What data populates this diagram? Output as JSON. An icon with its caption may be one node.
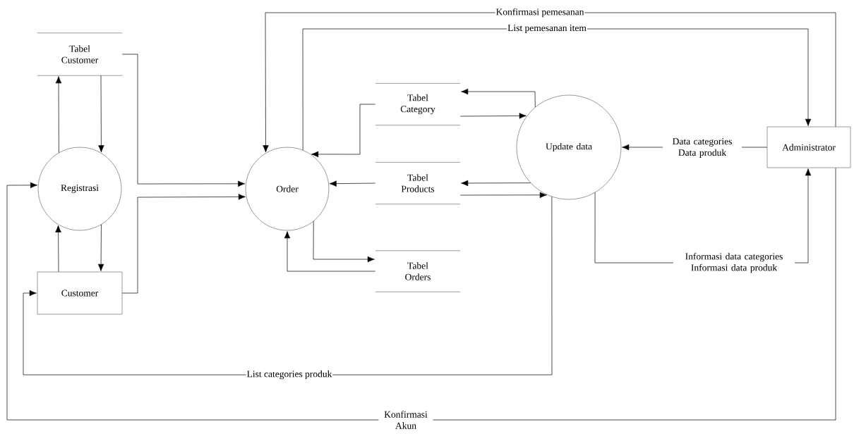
{
  "diagram": {
    "nodes": [
      {
        "text": [
          "Tabel Customer"
        ]
      },
      {
        "text": [
          "Registrasi"
        ]
      },
      {
        "text": [
          "Customer"
        ]
      },
      {
        "text": [
          "Order"
        ]
      },
      {
        "text": [
          "Tabel Category"
        ]
      },
      {
        "text": [
          "Tabel Products"
        ]
      },
      {
        "text": [
          "Tabel Orders"
        ]
      },
      {
        "text": [
          "Update data"
        ]
      },
      {
        "text": [
          "Administrator"
        ]
      }
    ],
    "edges": [
      {
        "from": 1,
        "to": 0,
        "arrow": "to"
      },
      {
        "from": 0,
        "to": 1,
        "arrow": "to"
      },
      {
        "from": 2,
        "to": 1,
        "arrow": "to"
      },
      {
        "from": 1,
        "to": 2,
        "arrow": "to"
      },
      {
        "from": 0,
        "to": 3,
        "arrow": "to"
      },
      {
        "from": 2,
        "to": 3,
        "arrow": "to"
      },
      {
        "from": 8,
        "to": 3,
        "arrow": "to",
        "label": "Konfirmasi pemesanan"
      },
      {
        "from": 3,
        "to": 8,
        "arrow": "to",
        "label": "List pemesanan item"
      },
      {
        "from": 4,
        "to": 3,
        "arrow": "to"
      },
      {
        "from": 7,
        "to": 4,
        "arrow": "to"
      },
      {
        "from": 4,
        "to": 7,
        "arrow": "to"
      },
      {
        "from": 5,
        "to": 3,
        "arrow": "to"
      },
      {
        "from": 7,
        "to": 5,
        "arrow": "to"
      },
      {
        "from": 5,
        "to": 7,
        "arrow": "to"
      },
      {
        "from": 3,
        "to": 6,
        "arrow": "to"
      },
      {
        "from": 6,
        "to": 3,
        "arrow": "to"
      },
      {
        "from": 8,
        "to": 7,
        "arrow": "to",
        "label": "Data categories Data produk"
      },
      {
        "from": 7,
        "to": 8,
        "arrow": "to",
        "label": "Informasi data categories Informasi data produk"
      },
      {
        "from": 7,
        "to": 2,
        "arrow": "to",
        "label": "List categories produk"
      },
      {
        "from": 8,
        "to": 1,
        "arrow": "to",
        "label": "Konfirmasi Akun"
      }
    ]
  }
}
